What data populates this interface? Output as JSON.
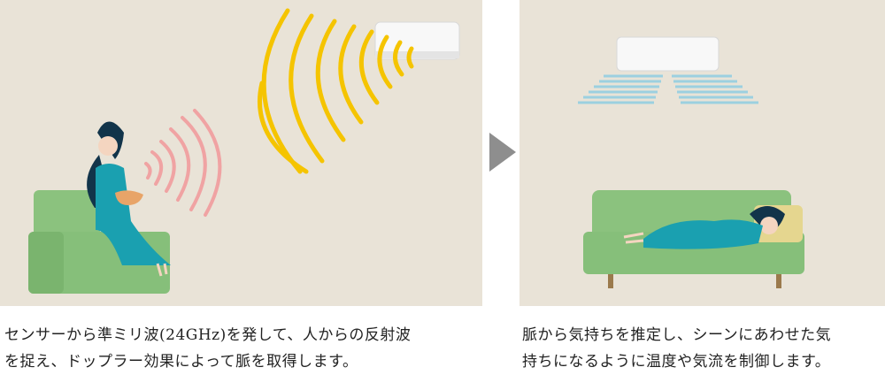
{
  "left_panel": {
    "caption": [
      "センサーから準ミリ波(24GHz)を発して、人からの反射波",
      "を捉え、ドップラー効果によって脈を取得します。"
    ],
    "colors": {
      "background": "#e9e3d7",
      "radar_wave": "#f5c400",
      "reflected_wave": "#f0a3a3",
      "sofa": "#86bf7a",
      "person": "#1aa0b0"
    }
  },
  "right_panel": {
    "caption": [
      "脈から気持ちを推定し、シーンにあわせた気",
      "持ちになるように温度や気流を制御します。"
    ],
    "colors": {
      "airflow": "#9cd0e0"
    }
  },
  "arrow_color": "#8e8e8e"
}
